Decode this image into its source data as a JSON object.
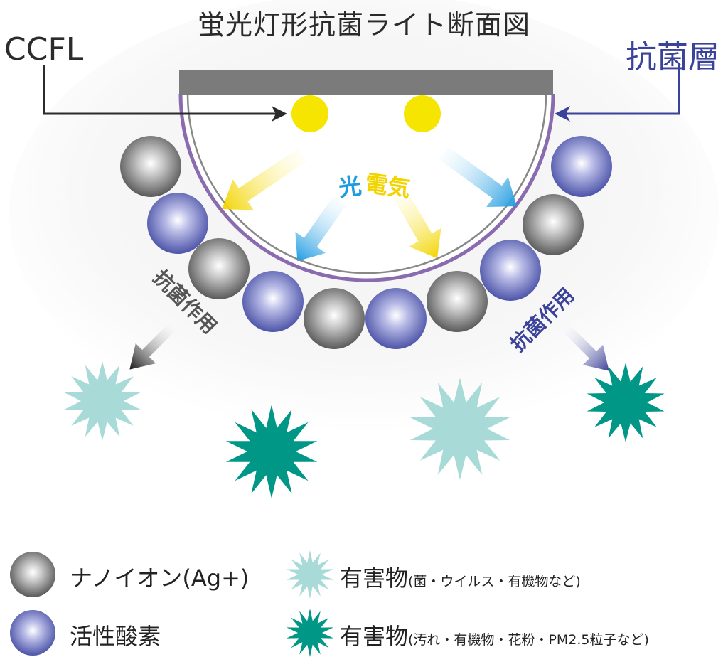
{
  "title": "蛍光灯形抗菌ライト断面図",
  "labels": {
    "ccfl": "CCFL",
    "antibacterial_layer": "抗菌層",
    "light": "光",
    "electricity": "電気",
    "action_left": "抗菌作用",
    "action_right": "抗菌作用"
  },
  "legend": {
    "nano_ion": "ナノイオン(Ag+)",
    "active_oxygen": "活性酸素",
    "harmful_light_main": "有害物",
    "harmful_light_note": "(菌・ウイルス・有機物など)",
    "harmful_dark_main": "有害物",
    "harmful_dark_note": "(汚れ・有機物・花粉・PM2.5粒子など)"
  },
  "colors": {
    "ccfl_arrow": "#2b2b2b",
    "layer_arrow": "#3b4299",
    "lamp_yellow": "#f5e500",
    "bar_gray": "#7b7b7b",
    "layer_purple": "#8a6bb0",
    "light_blue": "#1f9be0",
    "electric_yellow": "#f2d400",
    "star_light": "#a8dbd8",
    "star_dark": "#009787"
  }
}
